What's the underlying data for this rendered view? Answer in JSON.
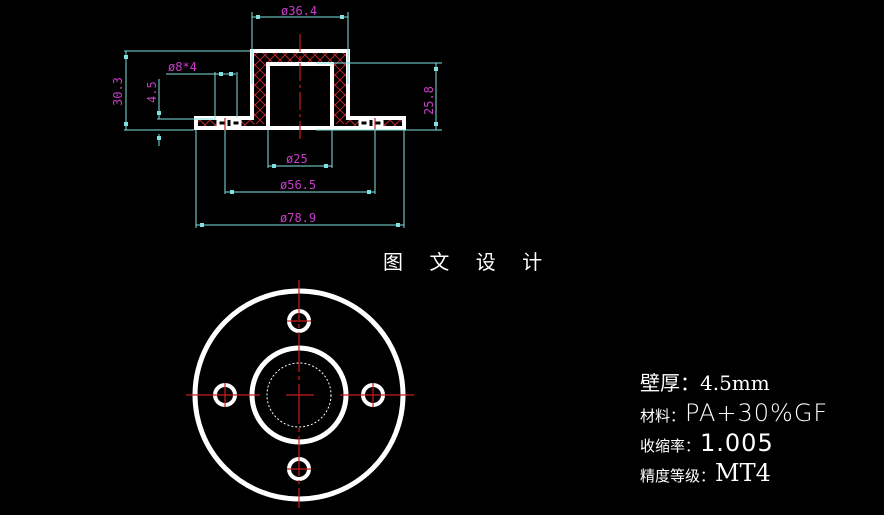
{
  "drawing": {
    "title": "图 文 设 计",
    "colors": {
      "background": "#000000",
      "outline": "#ffffff",
      "dimension_line": "#7fe0e0",
      "dimension_text": "#c83cc8",
      "centerline": "#c81e1e",
      "hatch": "#b42828"
    },
    "section_view": {
      "dimensions": {
        "boss_outer_diameter": "ø36.4",
        "hole_spec": "ø8*4",
        "total_height": "30.3",
        "flange_thickness": "4.5",
        "bore_depth": "25.8",
        "bore_diameter": "ø25",
        "hole_pitch_diameter": "ø56.5",
        "flange_outer_diameter": "ø78.9"
      }
    },
    "plan_view": {
      "holes_count": 4
    }
  },
  "specs": [
    {
      "label": "壁厚：",
      "value": "4.5mm"
    },
    {
      "label": "材料：",
      "value": "PA+30%GF"
    },
    {
      "label": "收缩率：",
      "value": "1.005"
    },
    {
      "label": "精度等级：",
      "value": "MT4"
    }
  ]
}
